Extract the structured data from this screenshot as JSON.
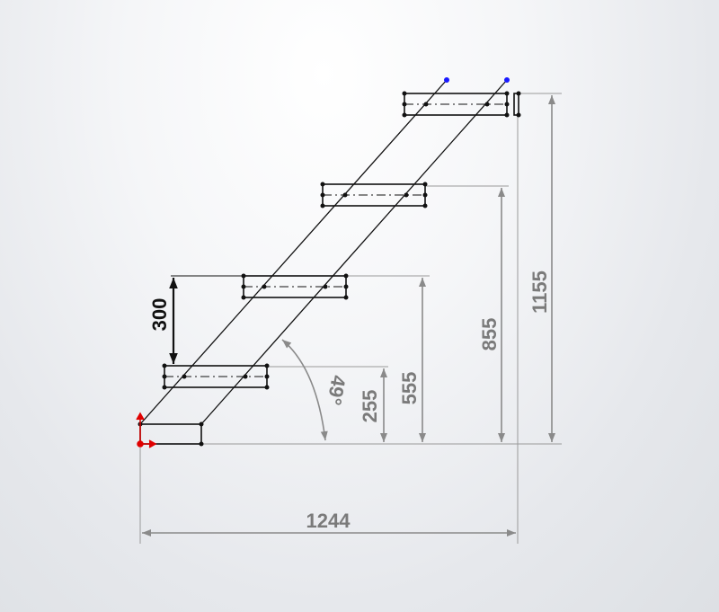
{
  "drawing": {
    "dimensions": {
      "total_width": "1244",
      "total_height": "1155",
      "step3_height": "855",
      "step2_height": "555",
      "step1_height": "255",
      "riser_height": "300",
      "angle": "49°"
    },
    "colors": {
      "geometry": "#000000",
      "dimension": "#8a8a8a",
      "driving_dimension": "#111111",
      "endpoint": "#1a1aff",
      "origin": "#e00000"
    }
  }
}
